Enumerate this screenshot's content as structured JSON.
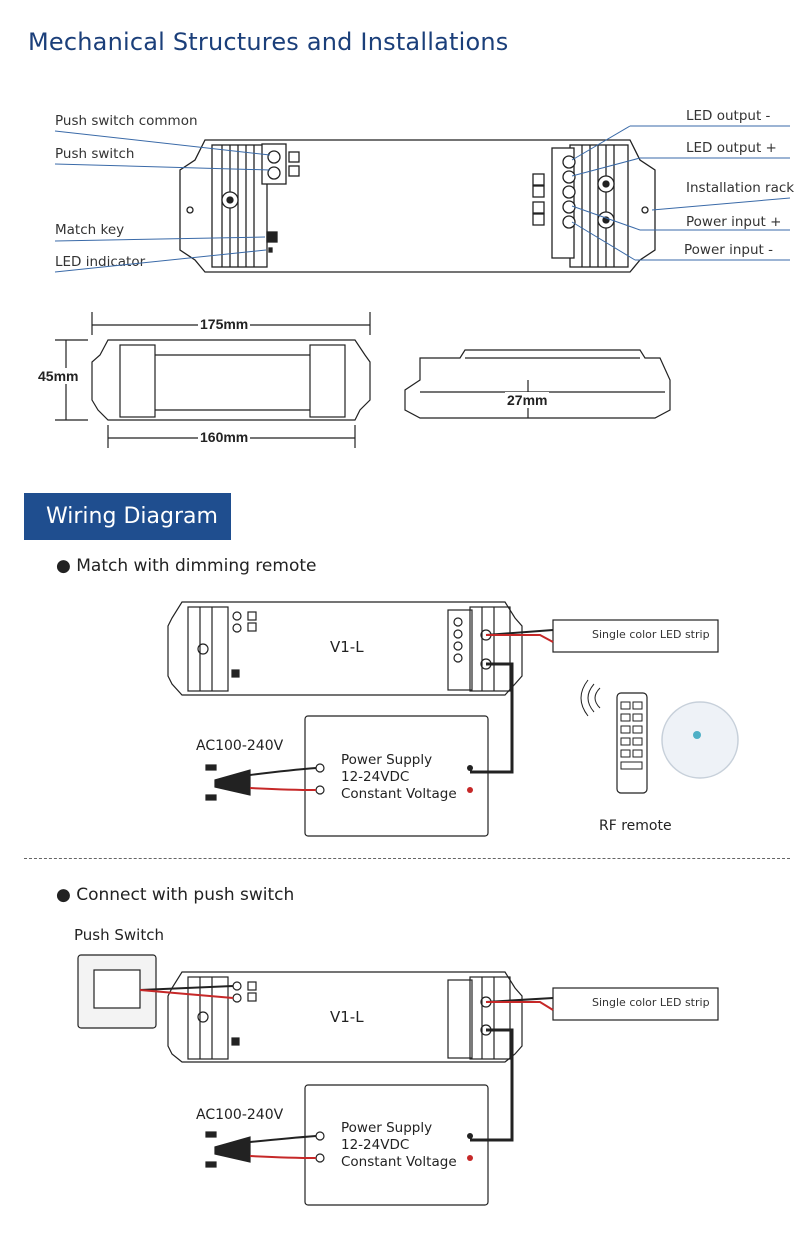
{
  "mechanical": {
    "title": "Mechanical Structures and Installations",
    "left_labels": [
      "Push switch common",
      "Push switch",
      "Match key",
      "LED indicator"
    ],
    "right_labels": [
      "LED output -",
      "LED output +",
      "Installation rack",
      "Power input +",
      "Power input -"
    ],
    "dimensions": {
      "length_outer": "175mm",
      "length_inner": "160mm",
      "width": "45mm",
      "height": "27mm"
    }
  },
  "wiring": {
    "tab_label": "Wiring Diagram",
    "section1": {
      "bullet": "● Match with dimming remote",
      "model": "V1-L",
      "ac_label": "AC100-240V",
      "power_supply": [
        "Power Supply",
        "12-24VDC",
        "Constant Voltage"
      ],
      "led_strip": "Single color LED strip",
      "rf_remote": "RF remote"
    },
    "section2": {
      "bullet": "● Connect with push switch",
      "push_switch_label": "Push Switch",
      "model": "V1-L",
      "ac_label": "AC100-240V",
      "power_supply": [
        "Power Supply",
        "12-24VDC",
        "Constant Voltage"
      ],
      "led_strip": "Single color LED strip"
    }
  }
}
